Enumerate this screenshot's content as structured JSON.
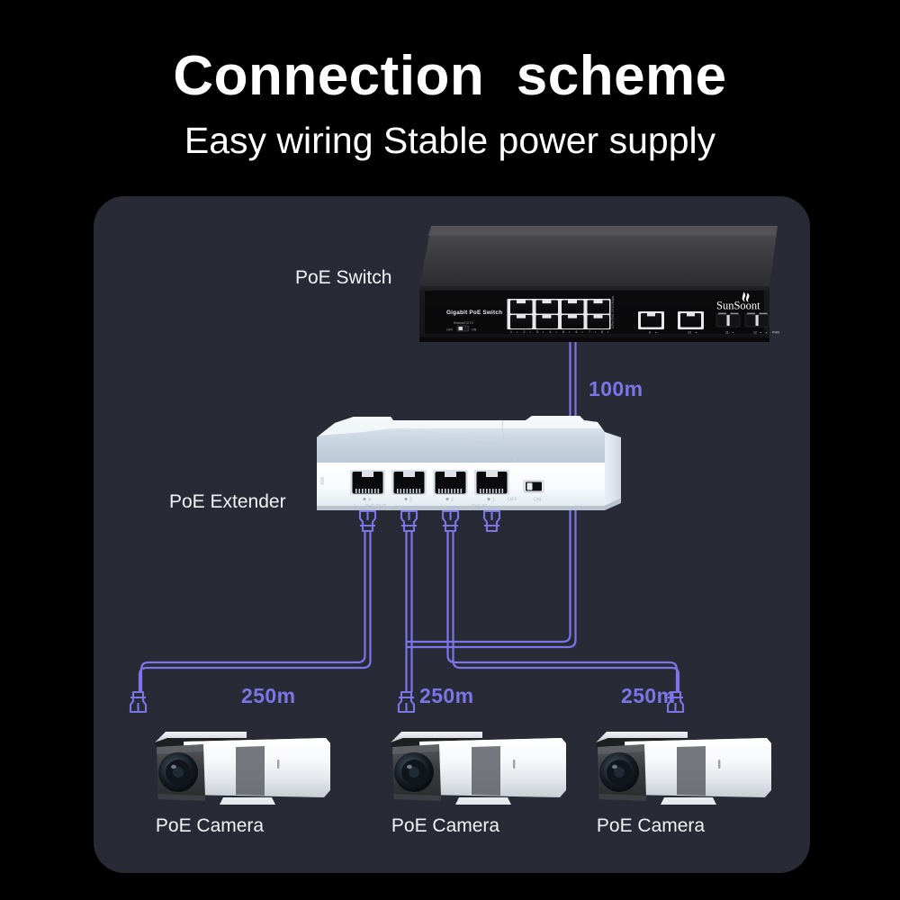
{
  "header": {
    "title": "Connection  scheme",
    "subtitle": "Easy wiring Stable power supply"
  },
  "colors": {
    "background": "#000000",
    "panel": "#282b36",
    "accent_cable": "#7f73e8",
    "text": "#ffffff",
    "device_dark": "#1b1b1d",
    "device_white": "#f4f7fa"
  },
  "diagram": {
    "nodes": {
      "switch": {
        "label": "PoE Switch",
        "model_text": "Gigabit PoE Switch",
        "brand": "SunSoont",
        "mode_switch": {
          "left": "OFF",
          "right": "ON",
          "caption": "Extend/CCTV"
        },
        "poe_port_group_label": "8-Port PoE 10/100Mbps",
        "poe_ports": [
          "1",
          "2",
          "3",
          "4",
          "5",
          "6",
          "7",
          "8"
        ],
        "uplink_ports": [
          "9",
          "10"
        ],
        "sfp_ports": [
          "11",
          "12"
        ],
        "power_label": "PWR"
      },
      "extender": {
        "label": "PoE Extender",
        "ports": [
          "4",
          "3",
          "2",
          "1"
        ],
        "out_label": "PoE OUT",
        "in_label": "PoE IN",
        "switch_off": "OFF",
        "switch_on": "ON"
      },
      "cameras": [
        {
          "label": "PoE Camera"
        },
        {
          "label": "PoE Camera"
        },
        {
          "label": "PoE Camera"
        }
      ]
    },
    "links": [
      {
        "from": "switch",
        "to": "extender",
        "distance": "100m"
      },
      {
        "from": "extender",
        "to": "camera-1",
        "distance": "250m"
      },
      {
        "from": "extender",
        "to": "camera-2",
        "distance": "250m"
      },
      {
        "from": "extender",
        "to": "camera-3",
        "distance": "250m"
      }
    ]
  }
}
